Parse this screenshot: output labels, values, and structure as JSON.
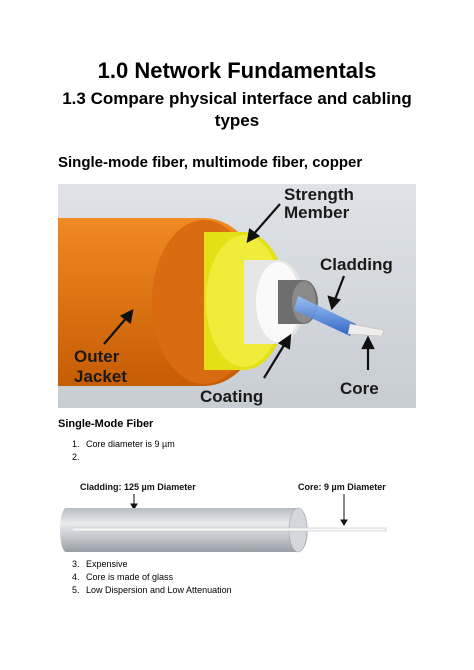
{
  "document": {
    "title": "1.0 Network Fundamentals",
    "subtitle": "1.3 Compare physical interface and cabling types",
    "section_heading": "Single-mode fiber, multimode fiber, copper",
    "figure1": {
      "labels": {
        "strength": "Strength\nMember",
        "cladding": "Cladding",
        "outer": "Outer\nJacket",
        "coating": "Coating",
        "core": "Core"
      },
      "colors": {
        "jacket": "#e8720c",
        "strength": "#e4e018",
        "coating": "#f0f0f0",
        "cladding": "#7a7a7a",
        "core": "#2f74d6"
      }
    },
    "subheading": "Single-Mode Fiber",
    "list_a": [
      {
        "num": "1.",
        "text": "Core diameter is 9 µm"
      },
      {
        "num": "2.",
        "text": ""
      }
    ],
    "figure2": {
      "cladding_label": "Cladding: 125 µm Diameter",
      "core_label": "Core: 9 µm Diameter"
    },
    "list_b": [
      {
        "num": "3.",
        "text": "Expensive"
      },
      {
        "num": "4.",
        "text": "Core is made of glass"
      },
      {
        "num": "5.",
        "text": "Low Dispersion and Low Attenuation"
      }
    ]
  }
}
